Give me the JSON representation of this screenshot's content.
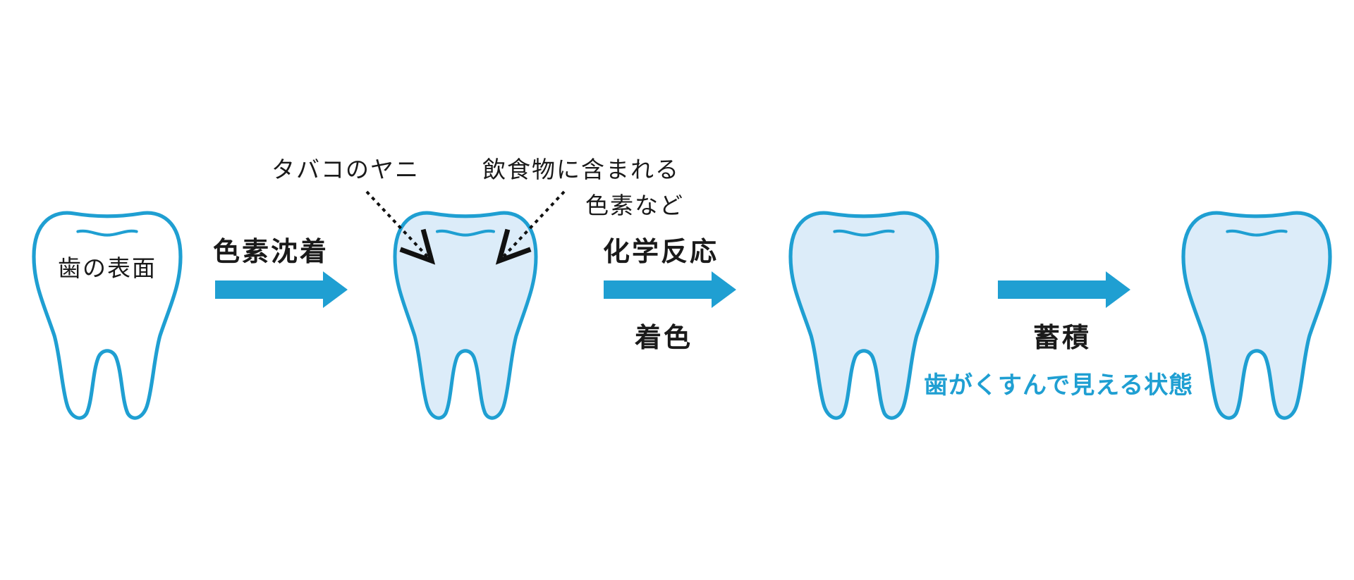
{
  "colors": {
    "outline": "#1f9fd2",
    "fill_stained": "#dcecf9",
    "fill_clean": "#ffffff",
    "arrow": "#1f9fd2",
    "accent_text": "#1f9fd2",
    "text": "#1a1a1a",
    "pointer": "#111111"
  },
  "labels": {
    "tooth_surface": "歯の表面",
    "tobacco_tar": "タバコのヤニ",
    "food_pigment_line1": "飲食物に含まれる",
    "food_pigment_line2": "色素など",
    "step1": "色素沈着",
    "step2_top": "化学反応",
    "step2_bottom": "着色",
    "step3": "蓄積",
    "dull_state": "歯がくすんで見える状態"
  },
  "teeth": [
    {
      "name": "tooth-surface",
      "stage": "clean"
    },
    {
      "name": "tooth-pigment-deposit",
      "stage": "stained"
    },
    {
      "name": "tooth-discolored",
      "stage": "stained"
    },
    {
      "name": "tooth-dull",
      "stage": "stained"
    }
  ],
  "icons": [
    "tooth-icon",
    "right-arrow-icon",
    "pointer-arrow-icon"
  ]
}
